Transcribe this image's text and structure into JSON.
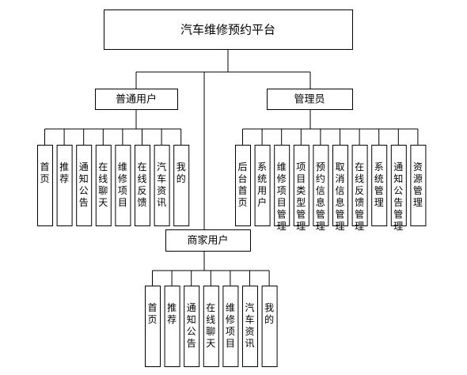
{
  "root": {
    "label": "汽车维修预约平台"
  },
  "groups": [
    {
      "id": "user",
      "label": "普通用户",
      "children": [
        "首页",
        "推荐",
        "通知公告",
        "在线聊天",
        "维修项目",
        "在线反馈",
        "汽车资讯",
        "我的"
      ]
    },
    {
      "id": "admin",
      "label": "管理员",
      "children": [
        "后台首页",
        "系统用户",
        "维修项目管理",
        "项目类型管理",
        "预约信息管理",
        "取消信息管理",
        "在线反馈管理",
        "系统管理",
        "通知公告管理",
        "资源管理"
      ]
    },
    {
      "id": "merchant",
      "label": "商家用户",
      "children": [
        "首页",
        "推荐",
        "通知公告",
        "在线聊天",
        "维修项目",
        "汽车资讯",
        "我的"
      ]
    }
  ]
}
